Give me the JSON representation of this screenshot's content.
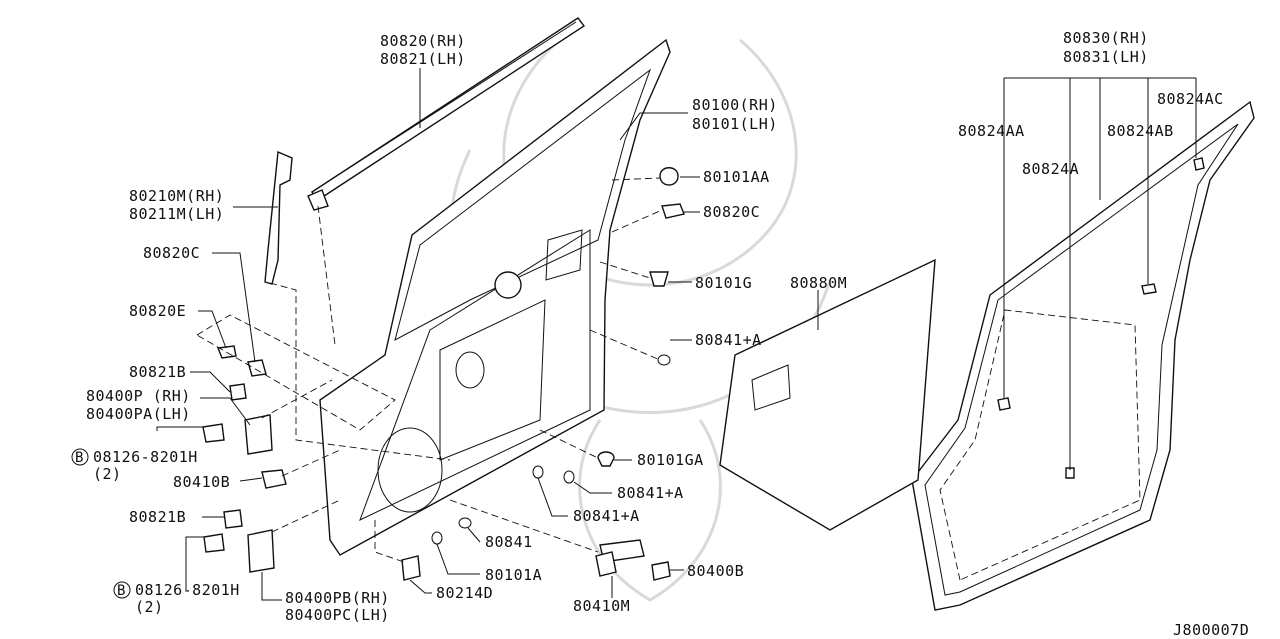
{
  "diagram_code": "J800007D",
  "labels": {
    "l80820": [
      "80820(RH)",
      "80821(LH)"
    ],
    "l80100": [
      "80100(RH)",
      "80101(LH)"
    ],
    "l80830": [
      "80830(RH)",
      "80831(LH)"
    ],
    "l80824AC": "80824AC",
    "l80824AA": "80824AA",
    "l80824AB": "80824AB",
    "l80824A": "80824A",
    "l80210M": [
      "80210M(RH)",
      "80211M(LH)"
    ],
    "l80101AA": "80101AA",
    "l80820C_r": "80820C",
    "l80820C_l": "80820C",
    "l80101G": "80101G",
    "l80880M": "80880M",
    "l80820E": "80820E",
    "l80841A_1": "80841+A",
    "l80821B_1": "80821B",
    "l80400P": [
      "80400P (RH)",
      "80400PA(LH)"
    ],
    "bolt1": "08126-8201H",
    "bolt1_qty": "(2)",
    "l80101GA": "80101GA",
    "l80410B": "80410B",
    "l80841A_2": "80841+A",
    "l80821B_2": "80821B",
    "l80841A_3": "80841+A",
    "l80841": "80841",
    "l80101A": "80101A",
    "bolt2": "08126-8201H",
    "bolt2_qty": "(2)",
    "l80400B": "80400B",
    "l80400PB": [
      "80400PB(RH)",
      "80400PC(LH)"
    ],
    "l80214D": "80214D",
    "l80410M": "80410M"
  },
  "bolt_marker": "B"
}
